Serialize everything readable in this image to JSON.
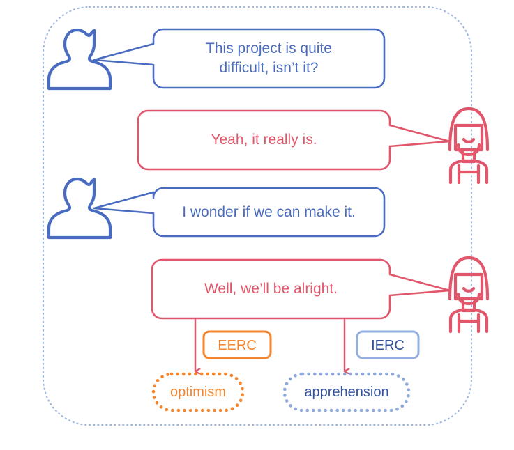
{
  "diagram": {
    "outer_frame": {
      "style": "dotted-rounded-rectangle",
      "color": "#9fb6e0"
    },
    "colors": {
      "blue": "#4a6cc0",
      "blue_text": "#4a6cc0",
      "red": "#e2566b",
      "red_text": "#e2566b",
      "orange": "#f5862e",
      "orange_text": "#f5862e",
      "tag_blue_border": "#93aee0",
      "tag_blue_text": "#33519c",
      "emotion_blue_dotted": "#8fa9db",
      "emotion_blue_text": "#33519c",
      "frame_dotted": "#9fb6e0",
      "background": "#ffffff"
    },
    "speakers": [
      {
        "id": "speaker-male",
        "icon": "male-avatar-icon",
        "color": "#4a6cc0",
        "side": "left"
      },
      {
        "id": "speaker-female",
        "icon": "female-avatar-icon",
        "color": "#e2566b",
        "side": "right"
      }
    ],
    "turns": [
      {
        "id": "turn-1",
        "speaker": "speaker-male",
        "side": "left",
        "color": "#4a6cc0",
        "text": "This project is quite\ndifficult, isn’t it?"
      },
      {
        "id": "turn-2",
        "speaker": "speaker-female",
        "side": "right",
        "color": "#e2566b",
        "text": "Yeah, it really is."
      },
      {
        "id": "turn-3",
        "speaker": "speaker-male",
        "side": "left",
        "color": "#4a6cc0",
        "text": "I wonder if we can make it."
      },
      {
        "id": "turn-4",
        "speaker": "speaker-female",
        "side": "right",
        "color": "#e2566b",
        "text": "Well, we’ll be alright."
      }
    ],
    "annotations": [
      {
        "id": "annotation-eerc",
        "tag_label": "EERC",
        "tag_color": "#f5862e",
        "tag_text_color": "#f5862e",
        "emotion_label": "optimism",
        "emotion_color": "#f5862e",
        "emotion_text_color": "#f5862e",
        "source_turn": "turn-4"
      },
      {
        "id": "annotation-ierc",
        "tag_label": "IERC",
        "tag_color": "#93aee0",
        "tag_text_color": "#33519c",
        "emotion_label": "apprehension",
        "emotion_color": "#8fa9db",
        "emotion_text_color": "#33519c",
        "source_turn": "turn-4"
      }
    ]
  }
}
